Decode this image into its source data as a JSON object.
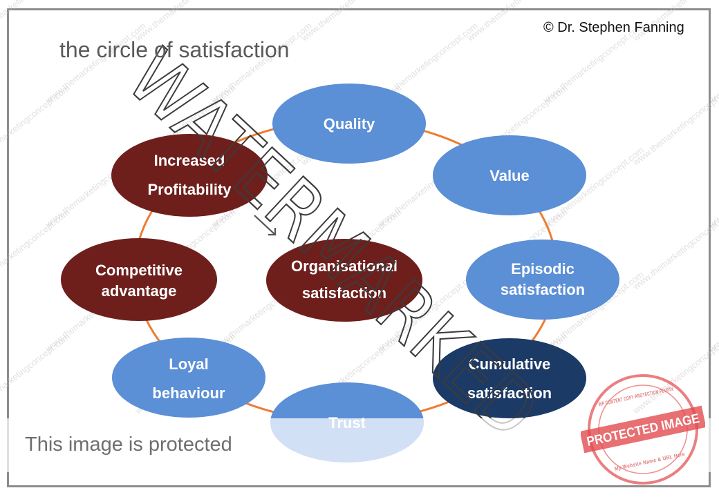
{
  "copyright": "© Dr. Stephen Fanning",
  "title": "the circle of satisfaction",
  "nodes": {
    "quality": "Quality",
    "value": "Value",
    "episodic": [
      "Episodic",
      "satisfaction"
    ],
    "cumulative": [
      "Cumulative",
      "satisfaction"
    ],
    "trust": "Trust",
    "loyal": [
      "Loyal",
      "behaviour"
    ],
    "competitive": [
      "Competitive",
      "advantage"
    ],
    "profitability": [
      "Increased",
      "Profitability"
    ],
    "organisational": [
      "Organisational",
      "satisfaction"
    ]
  },
  "watermark": {
    "big_text": "WATERMARKED",
    "repeat_text": "www.themarketingconcept.com"
  },
  "protection": {
    "banner_text": "This image is protected",
    "stamp_text": "PROTECTED IMAGE",
    "stamp_ring_top": "WP CONTENT COPY PROTECTION PLUGIN",
    "stamp_ring_bottom": "My Website Name & URL Here"
  },
  "colors": {
    "light_blue": "#5b8fd6",
    "dark_navy": "#1b3a66",
    "maroon": "#6e1f1c",
    "ring": "#ed7d31",
    "stamp": "#e2474a"
  }
}
